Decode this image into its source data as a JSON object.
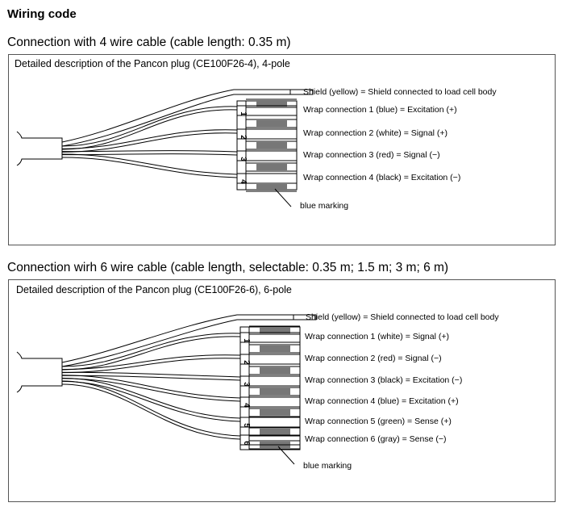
{
  "title": "Wiring code",
  "section1": {
    "heading": "Connection with 4 wire cable (cable length: 0.35 m)",
    "box_title": "Detailed description of the Pancon plug (CE100F26-4), 4-pole",
    "shield": "Shield (yellow) = Shield connected to load cell body",
    "pins": [
      {
        "num": "1",
        "label": "Wrap connection 1 (blue) = Excitation (+)"
      },
      {
        "num": "2",
        "label": "Wrap connection 2 (white) = Signal (+)"
      },
      {
        "num": "3",
        "label": "Wrap connection 3 (red) = Signal (−)"
      },
      {
        "num": "4",
        "label": "Wrap connection 4 (black) = Excitation (−)"
      }
    ],
    "marking": "blue marking"
  },
  "section2": {
    "heading": "Connection wirh 6 wire cable (cable length, selectable: 0.35 m; 1.5 m; 3 m; 6 m)",
    "box_title": "Detailed description of the Pancon plug (CE100F26-6), 6-pole",
    "shield": "Shield (yellow) = Shield connected to load cell body",
    "pins": [
      {
        "num": "1",
        "label": "Wrap connection 1 (white) = Signal (+)"
      },
      {
        "num": "2",
        "label": "Wrap connection 2 (red) = Signal (−)"
      },
      {
        "num": "3",
        "label": "Wrap connection 3 (black) = Excitation (−)"
      },
      {
        "num": "4",
        "label": "Wrap connection 4 (blue) = Excitation (+)"
      },
      {
        "num": "5",
        "label": "Wrap connection 5 (green) = Sense (+)"
      },
      {
        "num": "6",
        "label": "Wrap connection 6 (gray) =  Sense (−)"
      }
    ],
    "marking": "blue marking"
  }
}
